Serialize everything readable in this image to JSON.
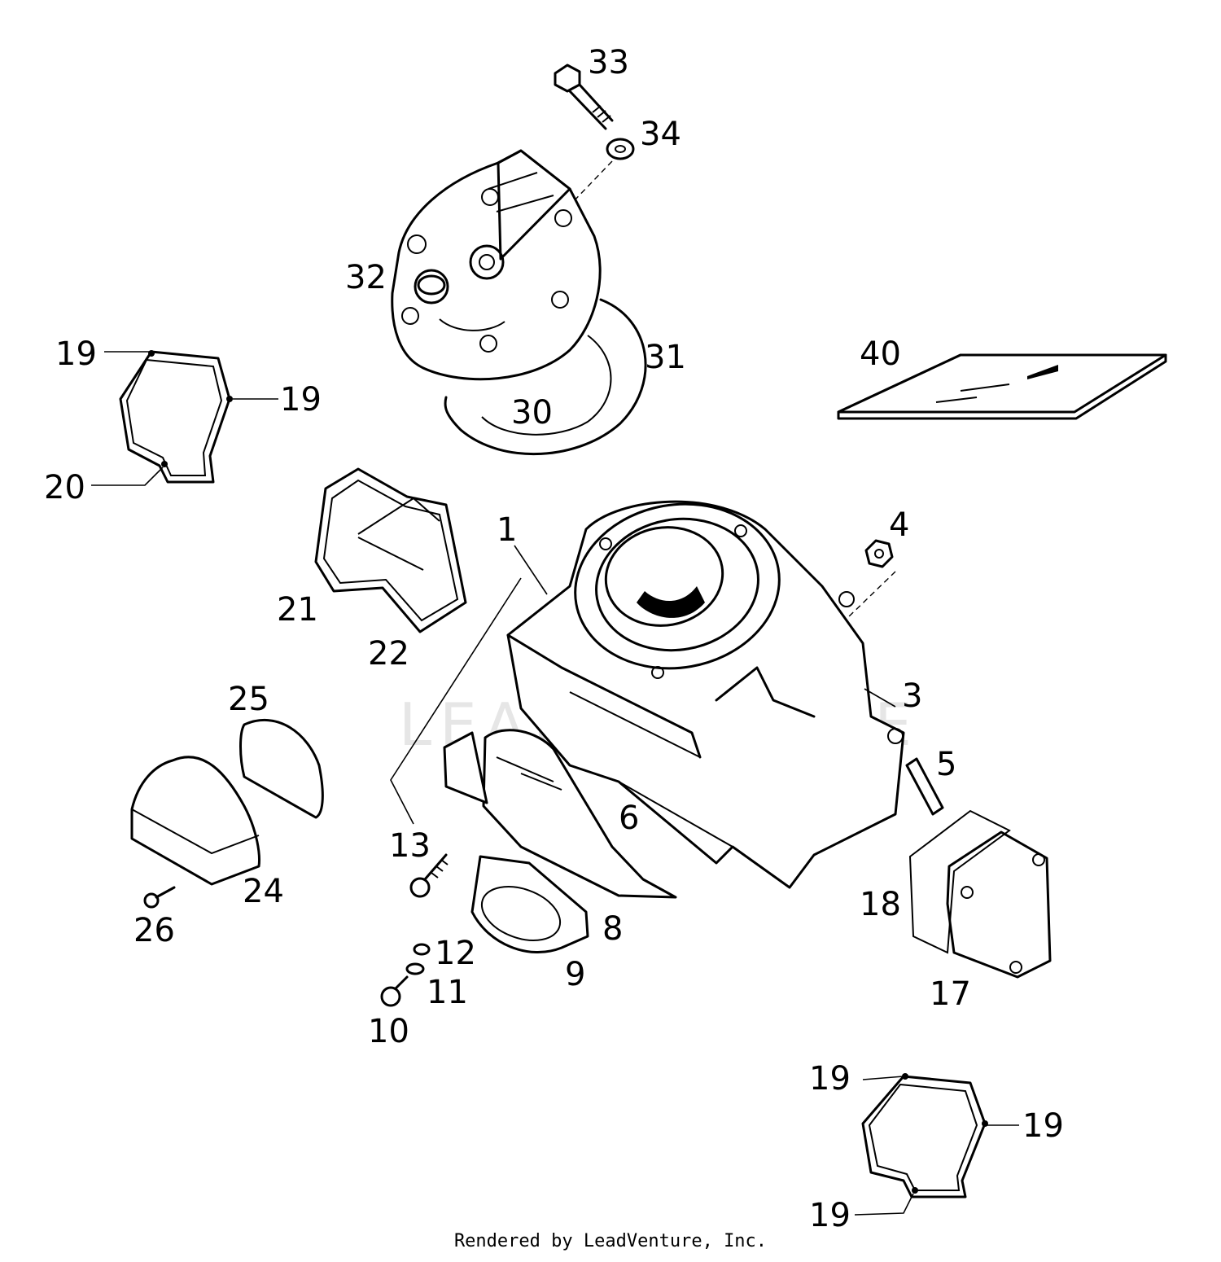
{
  "footer": {
    "text": "Rendered by LeadVenture, Inc."
  },
  "watermark": {
    "text": "LEADVENTURE"
  },
  "callouts": {
    "c1": "1",
    "c3": "3",
    "c4": "4",
    "c5": "5",
    "c6": "6",
    "c8": "8",
    "c9": "9",
    "c10": "10",
    "c11": "11",
    "c12": "12",
    "c13": "13",
    "c17": "17",
    "c18": "18",
    "c19a": "19",
    "c19b": "19",
    "c19c": "19",
    "c19d": "19",
    "c19e": "19",
    "c20": "20",
    "c21": "21",
    "c22": "22",
    "c24": "24",
    "c25": "25",
    "c26": "26",
    "c30": "30",
    "c31": "31",
    "c32": "32",
    "c33": "33",
    "c34": "34",
    "c40": "40"
  }
}
